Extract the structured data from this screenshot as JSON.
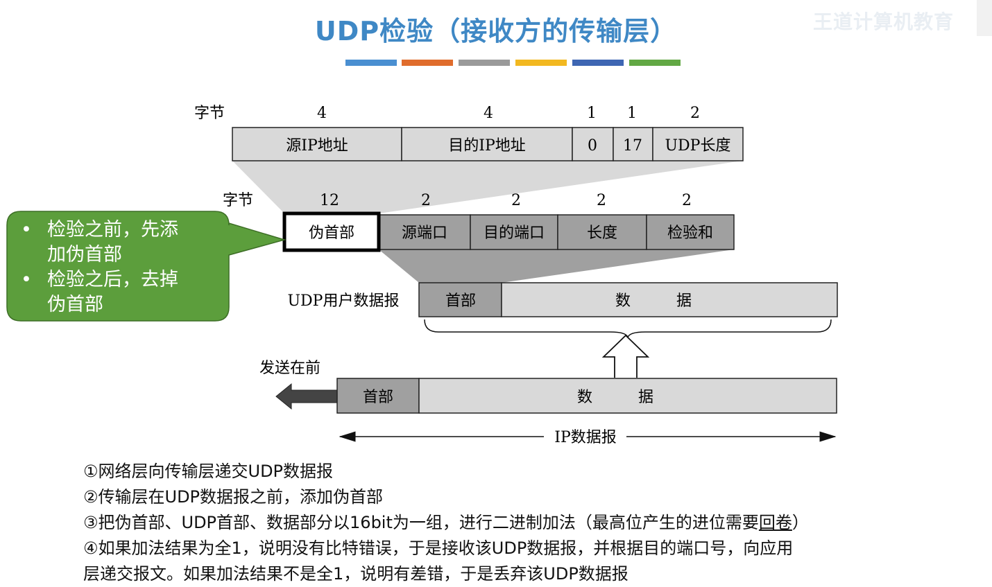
{
  "title": "UDP检验（接收方的传输层）",
  "watermark": "王道计算机教育",
  "title_bar_colors": [
    "#4a8fd1",
    "#e06c2c",
    "#9a9a9a",
    "#f2b820",
    "#3e66b3",
    "#62a844"
  ],
  "pseudo_header": {
    "bytes_label": "字节",
    "byte_counts": [
      "4",
      "4",
      "1",
      "1",
      "2"
    ],
    "fields": [
      "源IP地址",
      "目的IP地址",
      "0",
      "17",
      "UDP长度"
    ]
  },
  "udp_header": {
    "bytes_label": "字节",
    "byte_counts": [
      "12",
      "2",
      "2",
      "2",
      "2"
    ],
    "fields": [
      "伪首部",
      "源端口",
      "目的端口",
      "长度",
      "检验和"
    ]
  },
  "udp_datagram": {
    "label": "UDP用户数据报",
    "header": "首部",
    "data": "数　　　据"
  },
  "ip_datagram": {
    "send_label": "发送在前",
    "header": "首部",
    "data": "数　　　据",
    "label": "IP数据报"
  },
  "callout": {
    "bg_color": "#5c9e3c",
    "items": [
      {
        "bullet": "•",
        "line1": "检验之前，先添",
        "line2": "加伪首部"
      },
      {
        "bullet": "•",
        "line1": "检验之后，去掉",
        "line2": "伪首部"
      }
    ]
  },
  "steps": [
    {
      "text": "①网络层向传输层递交UDP数据报"
    },
    {
      "text": "②传输层在UDP数据报之前，添加伪首部"
    },
    {
      "text_before": "③把伪首部、UDP首部、数据部分以16bit为一组，进行二进制加法（最高位产生的进位需要",
      "text_underlined": "回卷",
      "text_after": "）"
    },
    {
      "text": "④如果加法结果为全1，说明没有比特错误，于是接收该UDP数据报，并根据目的端口号，向应用"
    },
    {
      "text": "层递交报文。如果加法结果不是全1，说明有差错，于是丢弃该UDP数据报"
    }
  ]
}
